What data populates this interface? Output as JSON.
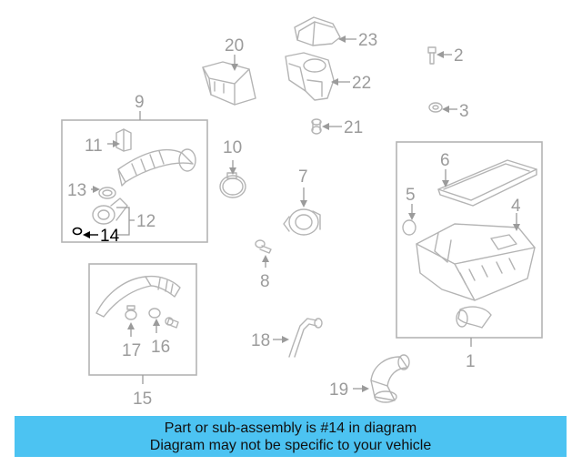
{
  "diagram": {
    "highlighted_part": "14",
    "colors": {
      "parts": "#b4b4b4",
      "labels": "#9b9b9b",
      "highlight": "#000000",
      "banner": "#4cc3f2"
    },
    "callouts": [
      "1",
      "2",
      "3",
      "4",
      "5",
      "6",
      "7",
      "8",
      "9",
      "10",
      "11",
      "12",
      "13",
      "14",
      "15",
      "16",
      "17",
      "18",
      "19",
      "20",
      "21",
      "22",
      "23"
    ]
  },
  "banner": {
    "line1": "Part or sub-assembly is #14 in diagram",
    "line2": "Diagram may not be specific to your vehicle"
  }
}
